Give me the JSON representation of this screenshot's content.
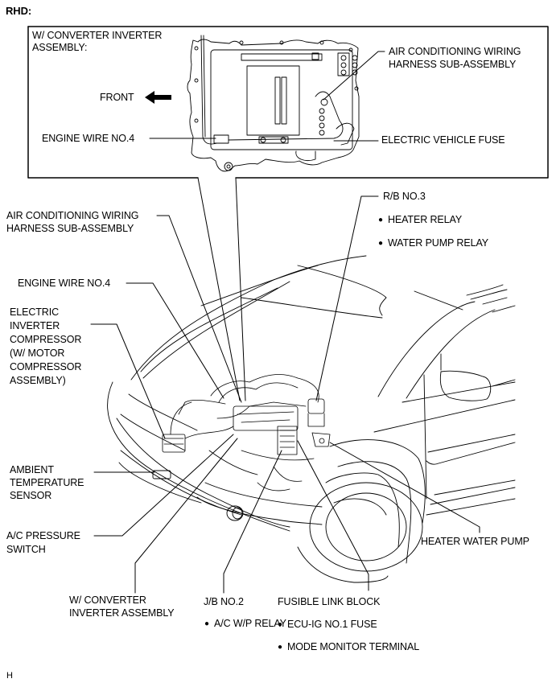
{
  "header": {
    "region_label": "RHD:"
  },
  "inset": {
    "title_line1": "W/ CONVERTER INVERTER",
    "title_line2": "ASSEMBLY:",
    "front_label": "FRONT",
    "callouts": {
      "ac_wiring_line1": "AIR CONDITIONING WIRING",
      "ac_wiring_line2": "HARNESS SUB-ASSEMBLY",
      "engine_wire": "ENGINE WIRE NO.4",
      "ev_fuse": "ELECTRIC VEHICLE FUSE"
    }
  },
  "callouts": {
    "ac_wiring_line1": "AIR CONDITIONING WIRING",
    "ac_wiring_line2": "HARNESS SUB-ASSEMBLY",
    "engine_wire": "ENGINE WIRE NO.4",
    "compressor_lines": [
      "ELECTRIC",
      "INVERTER",
      "COMPRESSOR",
      "(W/ MOTOR",
      "COMPRESSOR",
      "ASSEMBLY)"
    ],
    "ambient_lines": [
      "AMBIENT",
      "TEMPERATURE",
      "SENSOR"
    ],
    "pressure_lines": [
      "A/C PRESSURE",
      "SWITCH"
    ],
    "converter_lines": [
      "W/ CONVERTER",
      "INVERTER ASSEMBLY"
    ],
    "jb2": {
      "title": "J/B NO.2",
      "items": [
        "A/C W/P RELAY"
      ]
    },
    "fusible": {
      "title": "FUSIBLE LINK BLOCK",
      "items": [
        "ECU-IG NO.1 FUSE",
        "MODE MONITOR TERMINAL"
      ]
    },
    "rb3": {
      "title": "R/B NO.3",
      "items": [
        "HEATER RELAY",
        "WATER PUMP RELAY"
      ]
    },
    "heater_pump": "HEATER WATER PUMP"
  },
  "footer": {
    "code": "H"
  }
}
